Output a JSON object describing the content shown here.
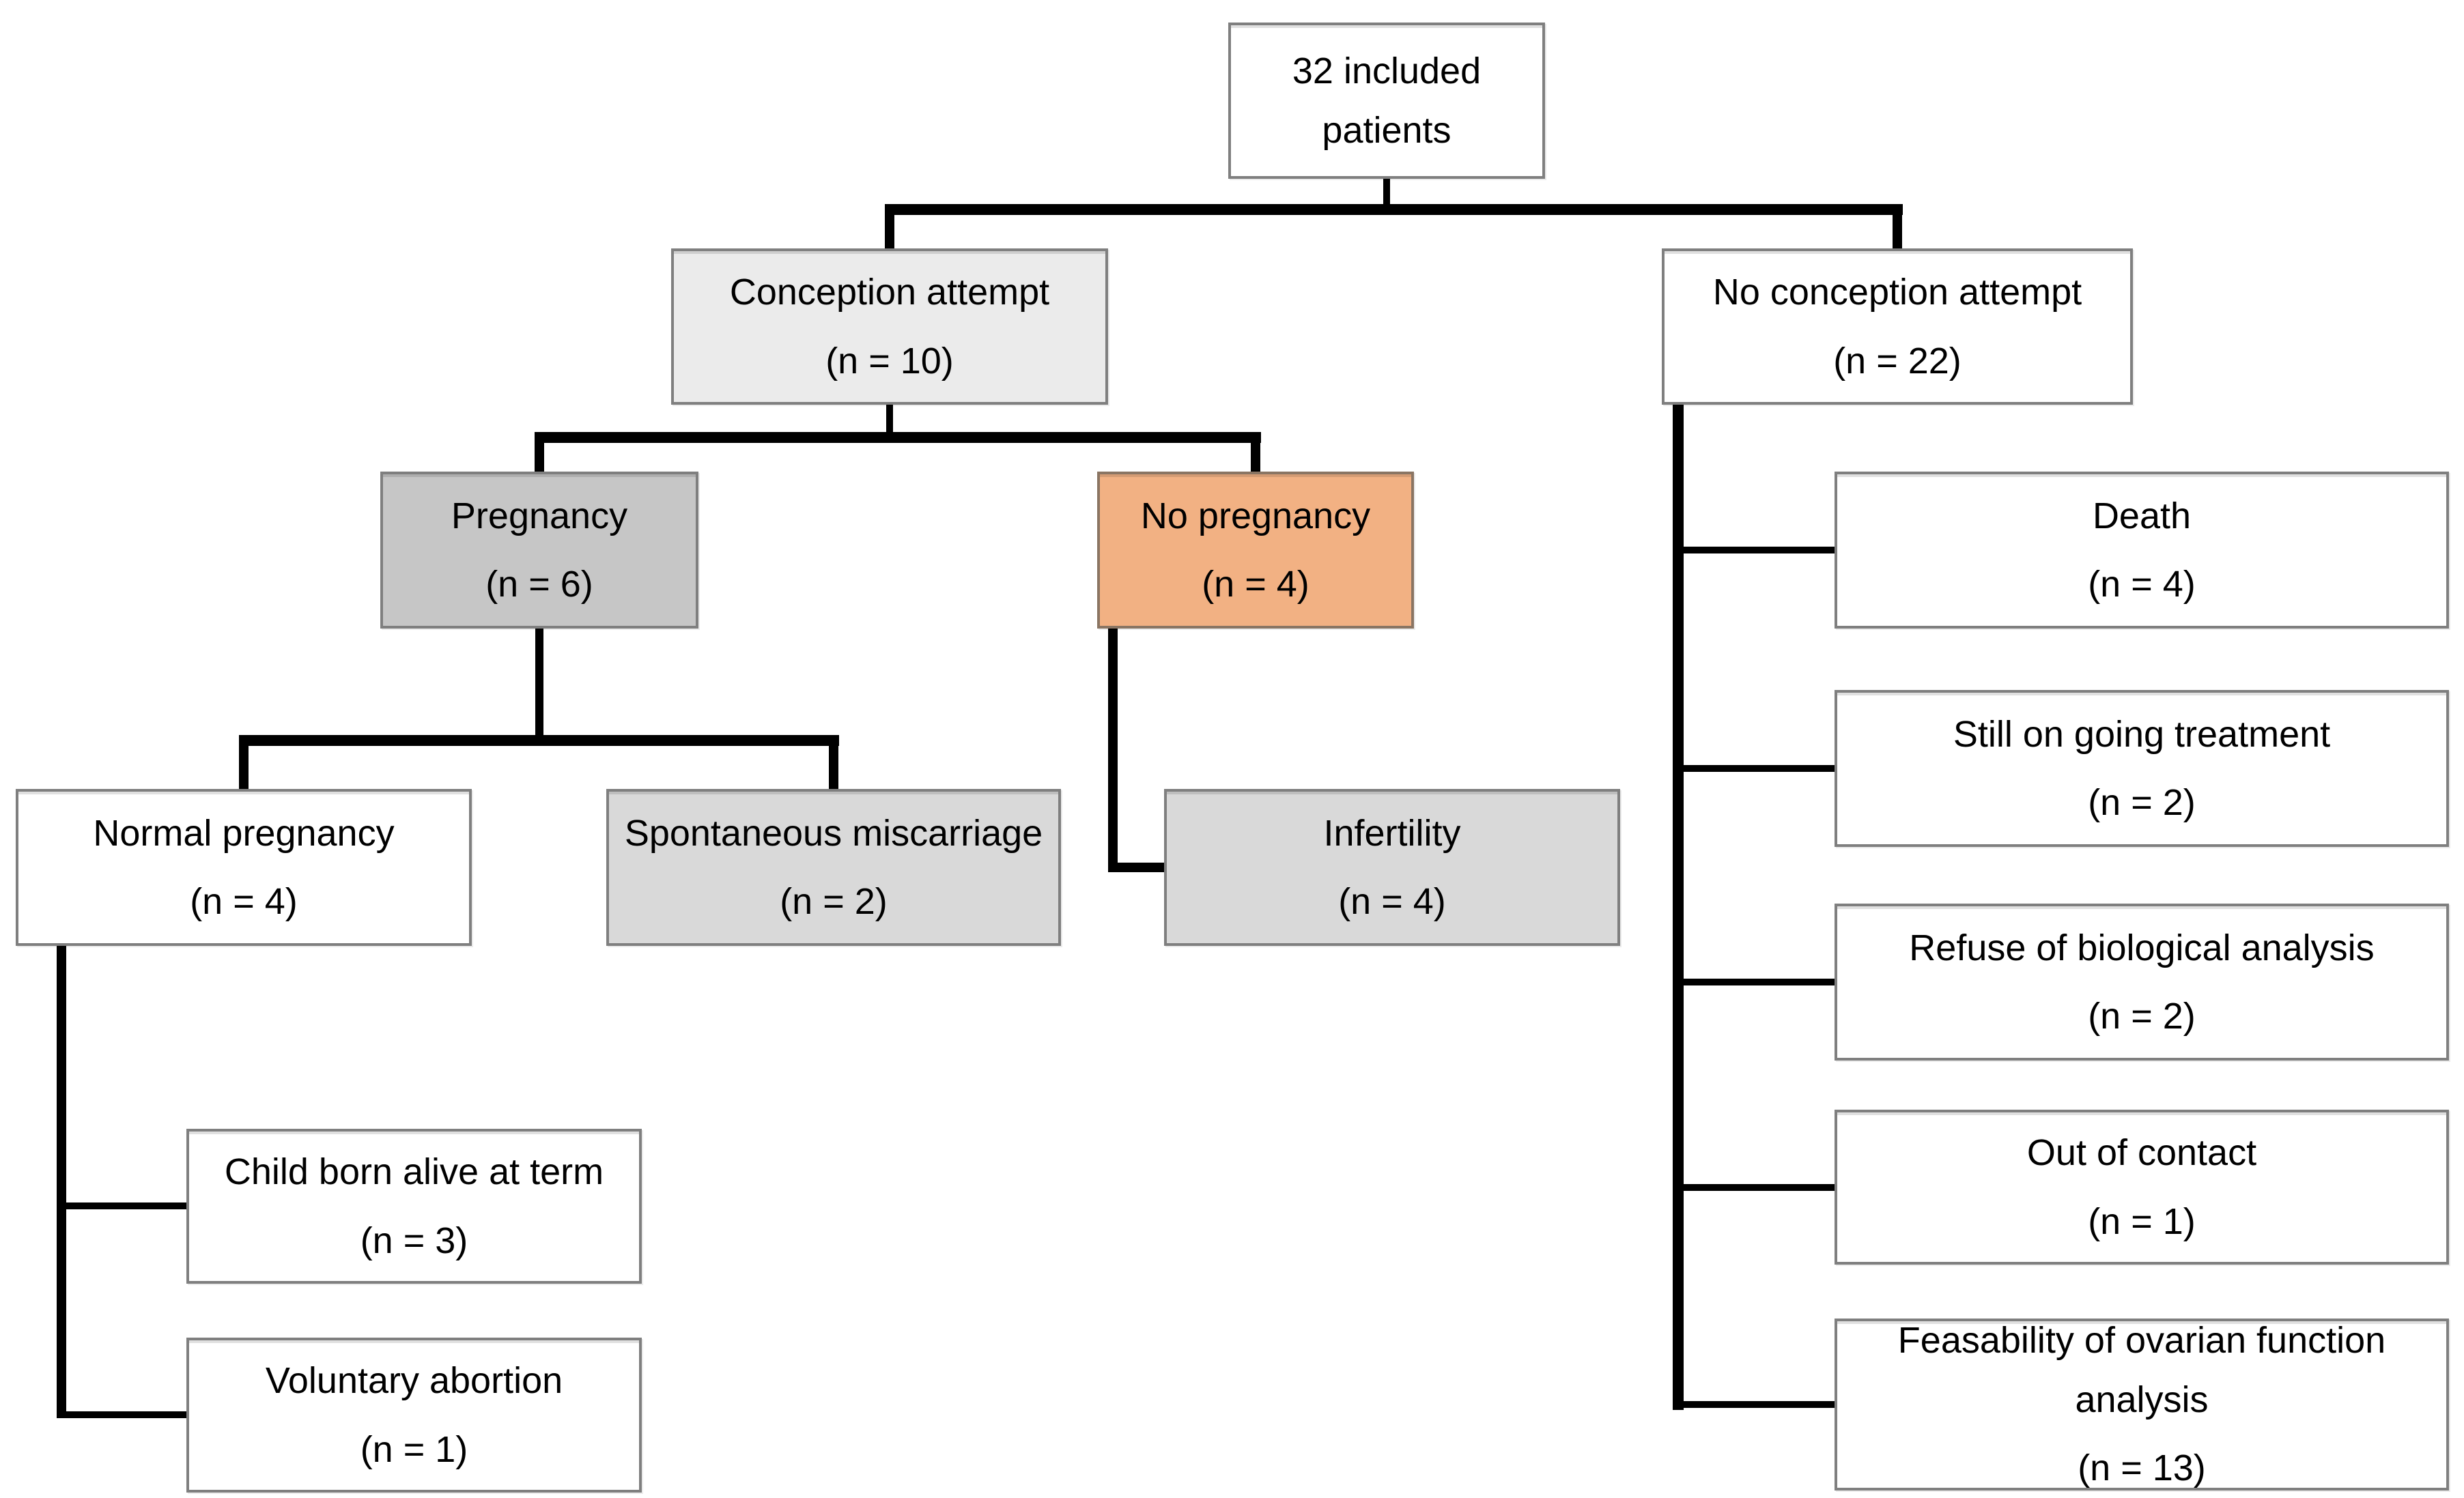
{
  "colors": {
    "node_white": "#ffffff",
    "node_lightest_gray": "#ebebeb",
    "node_mid_gray": "#c6c6c6",
    "node_gray": "#d9d9d9",
    "node_orange": "#f2b183",
    "border_gray": "#7f7f7f",
    "line_black": "#000000"
  },
  "nodes": {
    "root": {
      "label": "32 included patients",
      "count": ""
    },
    "conception": {
      "label": "Conception attempt",
      "count": "(n = 10)"
    },
    "no_conception": {
      "label": "No conception attempt",
      "count": "(n = 22)"
    },
    "pregnancy": {
      "label": "Pregnancy",
      "count": "(n = 6)"
    },
    "no_pregnancy": {
      "label": "No pregnancy",
      "count": "(n = 4)"
    },
    "normal_pregnancy": {
      "label": "Normal pregnancy",
      "count": "(n = 4)"
    },
    "miscarriage": {
      "label": "Spontaneous miscarriage",
      "count": "(n = 2)"
    },
    "infertility": {
      "label": "Infertility",
      "count": "(n = 4)"
    },
    "child_born": {
      "label": "Child born alive at term",
      "count": "(n = 3)"
    },
    "abortion": {
      "label": "Voluntary abortion",
      "count": "(n = 1)"
    },
    "death": {
      "label": "Death",
      "count": "(n = 4)"
    },
    "ongoing_treatment": {
      "label": "Still on going treatment",
      "count": "(n = 2)"
    },
    "refuse_analysis": {
      "label": "Refuse of biological analysis",
      "count": "(n = 2)"
    },
    "out_of_contact": {
      "label": "Out of contact",
      "count": "(n = 1)"
    },
    "feasability": {
      "label": "Feasability of ovarian function analysis",
      "count": "(n = 13)"
    }
  },
  "edges": [
    {
      "from": "root",
      "to": "conception"
    },
    {
      "from": "root",
      "to": "no_conception"
    },
    {
      "from": "conception",
      "to": "pregnancy"
    },
    {
      "from": "conception",
      "to": "no_pregnancy"
    },
    {
      "from": "pregnancy",
      "to": "normal_pregnancy"
    },
    {
      "from": "pregnancy",
      "to": "miscarriage"
    },
    {
      "from": "no_pregnancy",
      "to": "infertility"
    },
    {
      "from": "normal_pregnancy",
      "to": "child_born"
    },
    {
      "from": "normal_pregnancy",
      "to": "abortion"
    },
    {
      "from": "no_conception",
      "to": "death"
    },
    {
      "from": "no_conception",
      "to": "ongoing_treatment"
    },
    {
      "from": "no_conception",
      "to": "refuse_analysis"
    },
    {
      "from": "no_conception",
      "to": "out_of_contact"
    },
    {
      "from": "no_conception",
      "to": "feasability"
    }
  ]
}
